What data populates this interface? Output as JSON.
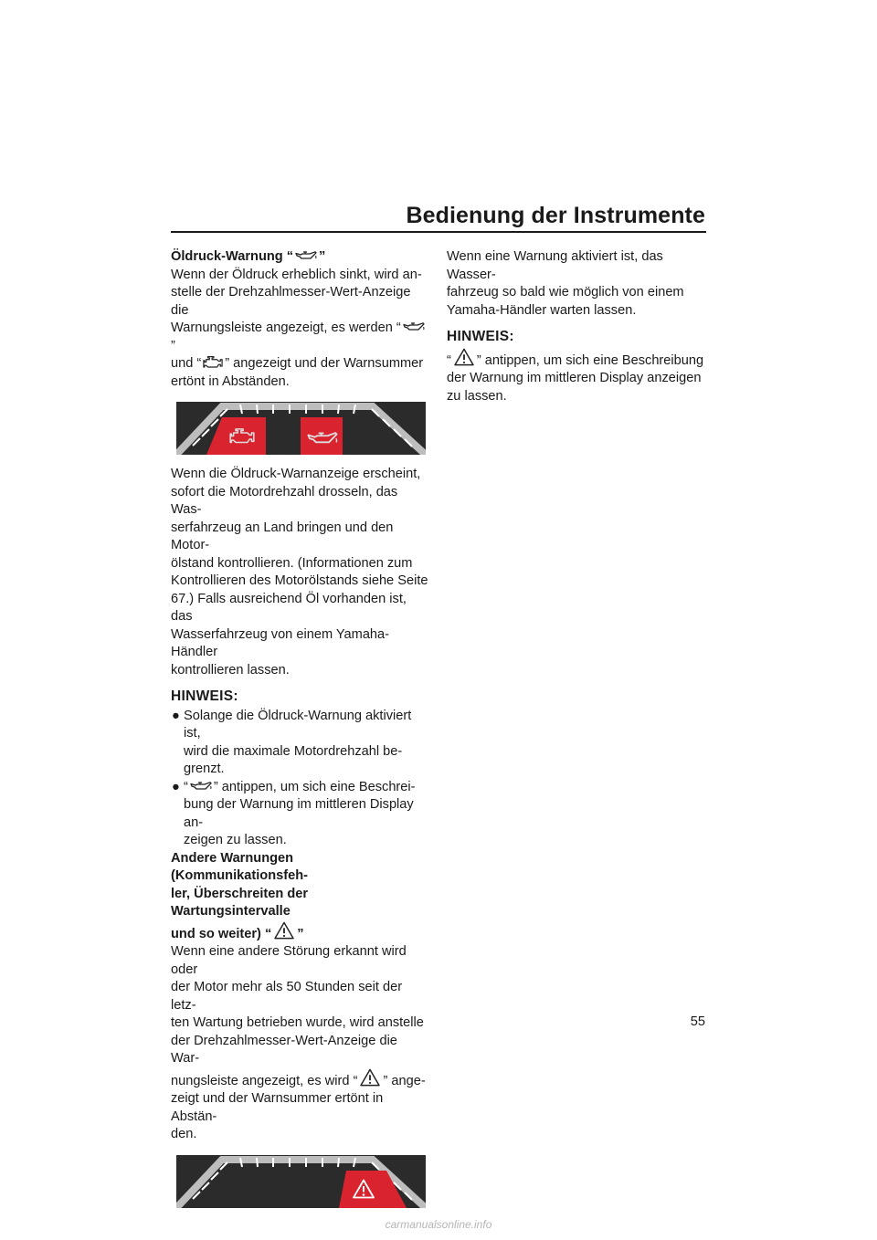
{
  "header": {
    "title": "Bedienung der Instrumente"
  },
  "page_number": "55",
  "left": {
    "oil_heading_prefix": "Öldruck-Warnung “",
    "oil_heading_suffix": "”",
    "oil_p1_a": "Wenn der Öldruck erheblich sinkt, wird an-",
    "oil_p1_b": "stelle der Drehzahlmesser-Wert-Anzeige die",
    "oil_p1_c": "Warnungsleiste angezeigt, es werden “",
    "oil_p1_c2": "”",
    "oil_p1_d1": "und “",
    "oil_p1_d2": "” angezeigt und der Warnsummer",
    "oil_p1_e": "ertönt in Abständen.",
    "oil_p2": [
      "Wenn die Öldruck-Warnanzeige erscheint,",
      "sofort die Motordrehzahl drosseln, das Was-",
      "serfahrzeug an Land bringen und den Motor-",
      "ölstand kontrollieren. (Informationen zum",
      "Kontrollieren des Motorölstands siehe Seite",
      "67.) Falls ausreichend Öl vorhanden ist, das",
      "Wasserfahrzeug von einem Yamaha-Händler",
      "kontrollieren lassen."
    ],
    "hinweis": "HINWEIS:",
    "bullet_dot": "●",
    "bullet1": [
      "Solange die Öldruck-Warnung aktiviert ist,",
      "wird die maximale Motordrehzahl be-",
      "grenzt."
    ],
    "bullet2_a1": "“",
    "bullet2_a2": "” antippen, um sich eine Beschrei-",
    "bullet2_b": "bung der Warnung im mittleren Display an-",
    "bullet2_c": "zeigen zu lassen.",
    "other_heading_a": "Andere Warnungen (Kommunikationsfeh-",
    "other_heading_b": "ler, Überschreiten der Wartungsintervalle",
    "other_heading_c1": "und so weiter) “",
    "other_heading_c2": "”",
    "other_p_a": "Wenn eine andere Störung erkannt wird oder",
    "other_p_b": "der Motor mehr als 50 Stunden seit der letz-",
    "other_p_c": "ten Wartung betrieben wurde, wird anstelle",
    "other_p_d": "der Drehzahlmesser-Wert-Anzeige die War-",
    "other_p_e1": "nungsleiste angezeigt, es wird “",
    "other_p_e2": "” ange-",
    "other_p_f": "zeigt und der Warnsummer ertönt in Abstän-",
    "other_p_g": "den."
  },
  "right": {
    "p1": [
      "Wenn eine Warnung aktiviert ist, das Wasser-",
      "fahrzeug so bald wie möglich von einem",
      "Yamaha-Händler warten lassen."
    ],
    "hinweis": "HINWEIS:",
    "p2_a1": "“",
    "p2_a2": "” antippen, um sich eine Beschreibung",
    "p2_b": "der Warnung im mittleren Display anzeigen",
    "p2_c": "zu lassen."
  },
  "watermark": "carmanualsonline.info",
  "colors": {
    "warning_red": "#d9232e",
    "panel_dark": "#2b2b2b",
    "text": "#1a1a1a"
  },
  "icons": [
    "oil-can-icon",
    "engine-icon",
    "warning-triangle-icon"
  ]
}
